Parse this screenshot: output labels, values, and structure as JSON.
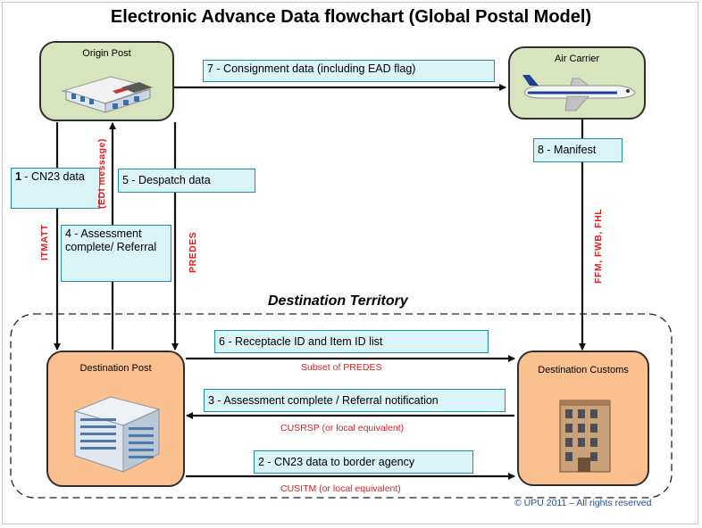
{
  "title": "Electronic Advance Data flowchart (Global Postal Model)",
  "territory_label": "Destination Territory",
  "nodes": {
    "origin_post": "Origin Post",
    "air_carrier": "Air Carrier",
    "destination_post": "Destination  Post",
    "destination_customs": "Destination  Customs"
  },
  "steps": {
    "s1_num": "1",
    "s1_text": " - CN23 data",
    "s2": "2 - CN23 data to border agency",
    "s3": "3 - Assessment complete / Referral notification",
    "s4": "4 - Assessment complete/ Referral",
    "s5": "5 - Despatch data",
    "s6": "6 - Receptacle ID and Item ID list",
    "s7": "7 - Consignment data (including EAD flag)",
    "s8": "8 - Manifest"
  },
  "message_labels": {
    "itmatt": "ITMATT",
    "edi_message": "(EDI message)",
    "predes": "PREDES",
    "ffm": "FFM, FWB, FHL",
    "subset_predes": "Subset of PREDES",
    "cusrsp": "CUSRSP (or local equivalent)",
    "cusitm": "CUSITM (or local equivalent)"
  },
  "copyright": "© UPU 2011 – All rights reserved",
  "colors": {
    "origin_fill": "#d7e4bd",
    "destination_fill": "#fac090",
    "callout_fill": "#d9f3f7",
    "message_red": "#e02020"
  },
  "icons": [
    "post-office-building-icon",
    "airplane-icon",
    "office-building-icon",
    "customs-building-icon"
  ]
}
